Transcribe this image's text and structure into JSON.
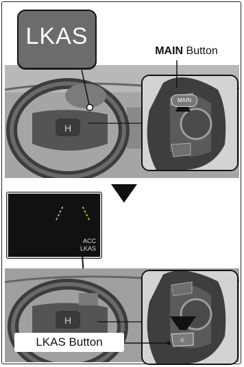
{
  "callout_lkas": {
    "text": "LKAS"
  },
  "main_button_label": {
    "bold": "MAIN",
    "rest": " Button"
  },
  "main_button_key": "MAIN",
  "display": {
    "acc": "ACC",
    "lkas": "LKAS"
  },
  "lkas_button_label": "LKAS Button",
  "colors": {
    "indicator_green": "#8fd24a",
    "callout_gray": "#6c6c6c",
    "display_bg": "#111111"
  }
}
